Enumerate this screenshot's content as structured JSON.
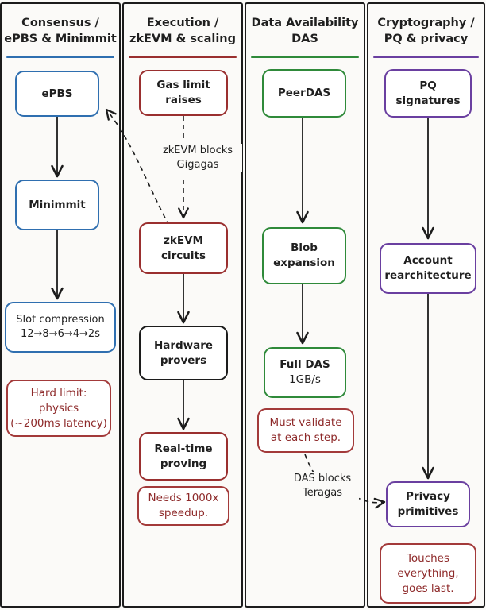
{
  "lanes": [
    {
      "title": "Consensus /\nePBS & Minimmit",
      "color": "#2f6fb0"
    },
    {
      "title": "Execution /\nzkEVM & scaling",
      "color": "#9a2f2f"
    },
    {
      "title": "Data Availability\nDAS",
      "color": "#2f8a3a"
    },
    {
      "title": "Cryptography /\nPQ & privacy",
      "color": "#6a3fa0"
    }
  ],
  "nodes": {
    "epbs": "ePBS",
    "minimmit": "Minimmit",
    "slot": "Slot compression",
    "slot_sub": "12→8→6→4→2s",
    "gas": "Gas limit\nraises",
    "zkevm": "zkEVM\ncircuits",
    "hw": "Hardware\nprovers",
    "rt": "Real-time\nproving",
    "peerdas": "PeerDAS",
    "blob": "Blob\nexpansion",
    "fulldas": "Full DAS",
    "fulldas_sub": "1GB/s",
    "pq": "PQ\nsignatures",
    "acct": "Account\nrearchitecture",
    "priv": "Privacy\nprimitives"
  },
  "notes": {
    "hard_limit": "Hard limit:\nphysics\n(~200ms latency)",
    "speedup": "Needs 1000x\nspeedup.",
    "validate": "Must validate\nat each step.",
    "touches": "Touches\neverything,\ngoes last."
  },
  "edge_labels": {
    "zkevm_blocks": "zkEVM blocks\nGigagas",
    "das_blocks": "DAS blocks\nTeragas"
  },
  "colors": {
    "ink": "#1c1c1c",
    "blue": "#2f6fb0",
    "red": "#9a2f2f",
    "green": "#2f8a3a",
    "purple": "#6a3fa0",
    "note": "#a33a3a",
    "note_text": "#8e2a2a"
  }
}
